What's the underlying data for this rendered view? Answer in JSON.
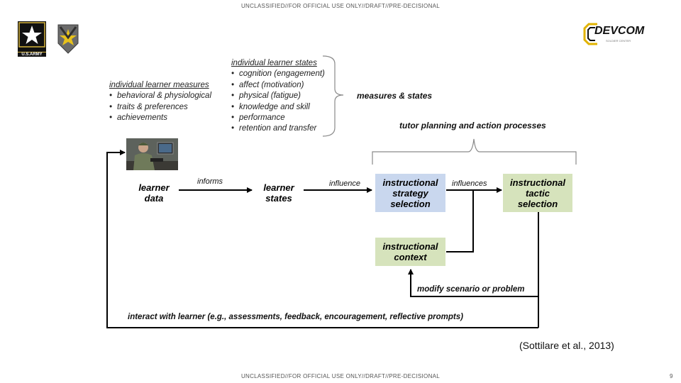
{
  "banner_top": "UNCLASSIFIED//FOR OFFICIAL USE ONLY//DRAFT//PRE-DECISIONAL",
  "banner_bottom": "UNCLASSIFIED//FOR OFFICIAL USE ONLY//DRAFT//PRE-DECISIONAL",
  "logos": {
    "army_text": "U.S.ARMY",
    "devcom_text": "DEVCOM",
    "devcom_sub": "SOLDIER CENTER"
  },
  "measures": {
    "heading": "individual learner measures",
    "items": [
      "behavioral & physiological",
      "traits & preferences",
      "achievements"
    ]
  },
  "states": {
    "heading": "individual learner states",
    "items": [
      "cognition (engagement)",
      "affect (motivation)",
      "physical (fatigue)",
      "knowledge and skill",
      "performance",
      "retention and transfer"
    ]
  },
  "labels": {
    "measures_and_states": "measures & states",
    "tutor_processes": "tutor planning and action processes",
    "informs": "informs",
    "influence": "influence",
    "influences": "influences",
    "modify": "modify scenario or problem",
    "interact": "interact with learner (e.g., assessments, feedback, encouragement, reflective prompts)"
  },
  "nodes": {
    "learner_data": [
      "learner",
      "data"
    ],
    "learner_states": [
      "learner",
      "states"
    ],
    "strategy": [
      "instructional",
      "strategy",
      "selection"
    ],
    "tactic": [
      "instructional",
      "tactic",
      "selection"
    ],
    "context": [
      "instructional",
      "context"
    ]
  },
  "colors": {
    "strategy_fill": "#c9d7ee",
    "tactic_fill": "#d6e3bc",
    "context_fill": "#d6e3bc",
    "bracket": "#8a8a8a"
  },
  "citation": "(Sottilare et al., 2013)",
  "page_number": "9"
}
